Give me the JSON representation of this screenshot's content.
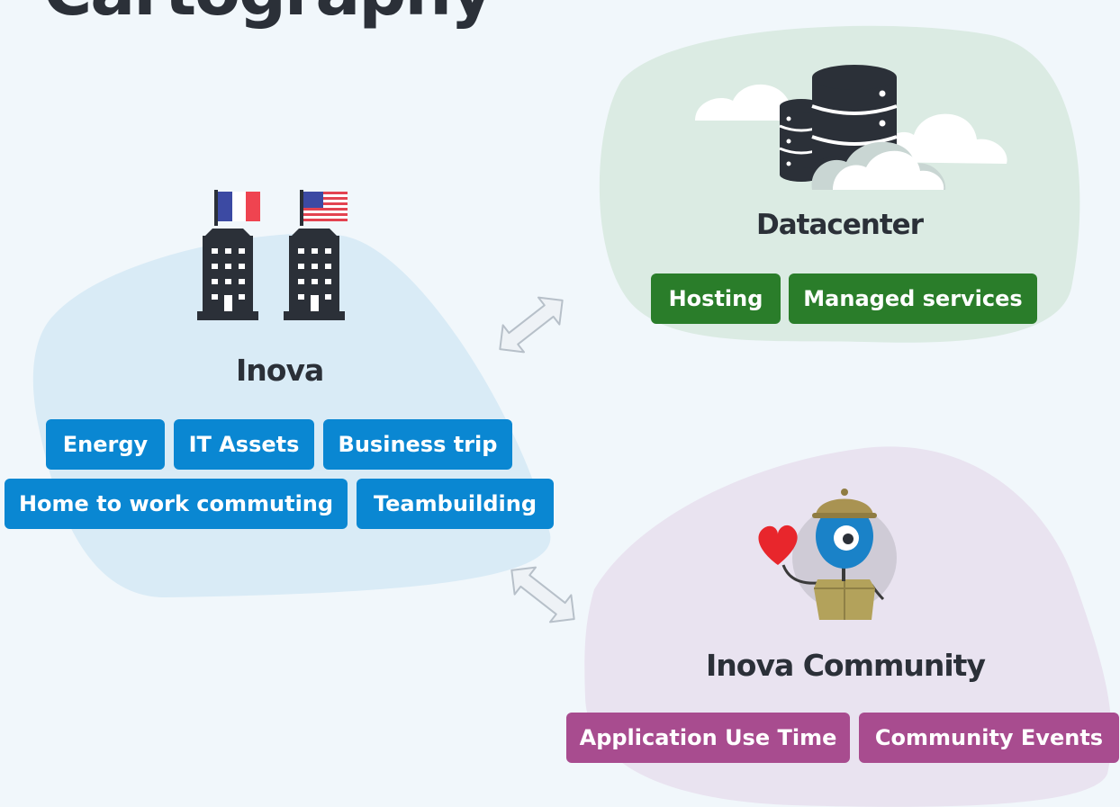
{
  "page": {
    "title": "Cartography"
  },
  "colors": {
    "background": "#f1f7fb",
    "inova_blob": "#d9ebf6",
    "datacenter_blob": "#dbebe3",
    "community_blob": "#e9e3f0",
    "inova_tag": "#0a87d2",
    "datacenter_tag": "#2a7d2a",
    "community_tag": "#a84c8f",
    "title_text": "#2b3038"
  },
  "groups": {
    "inova": {
      "title": "Inova",
      "icon": "office-buildings-with-flags-icon",
      "tags": [
        "Energy",
        "IT Assets",
        "Business trip",
        "Home to work commuting",
        "Teambuilding"
      ]
    },
    "datacenter": {
      "title": "Datacenter",
      "icon": "database-cloud-icon",
      "tags": [
        "Hosting",
        "Managed services"
      ]
    },
    "community": {
      "title": "Inova Community",
      "icon": "mascot-with-heart-icon",
      "tags": [
        "Application Use Time",
        "Community Events"
      ]
    }
  },
  "connectors": [
    "double-arrow-icon",
    "double-arrow-icon"
  ]
}
